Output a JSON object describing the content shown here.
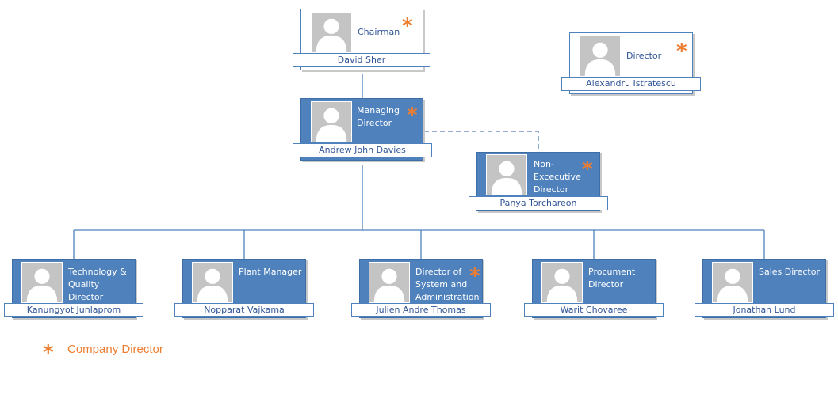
{
  "nodes": {
    "chairman": {
      "title": "Chairman",
      "name": "David Sher",
      "director": true
    },
    "director": {
      "title": "Director",
      "name": "Alexandru Istratescu",
      "director": true
    },
    "managing": {
      "title": "Managing Director",
      "name": "Andrew John Davies",
      "director": true
    },
    "nonexec": {
      "title": "Non-Excecutive Director",
      "name": "Panya Torchareon",
      "director": true
    },
    "tech": {
      "title": "Technology & Quality Director",
      "name": "Kanungyot Junlaprom",
      "director": false
    },
    "plant": {
      "title": "Plant Manager",
      "name": "Nopparat Vajkama",
      "director": false
    },
    "sysadmin": {
      "title": "Director of System and Administration",
      "name": "Julien Andre Thomas",
      "director": true
    },
    "procument": {
      "title": "Procument Director",
      "name": "Warit Chovaree",
      "director": false
    },
    "sales": {
      "title": "Sales Director",
      "name": "Jonathan Lund",
      "director": false
    }
  },
  "legend": {
    "symbol": "*",
    "label": "Company Director"
  },
  "colors": {
    "box_blue": "#4f81bd",
    "text_blue": "#2f5597",
    "star_orange": "#ed7d31",
    "photo_gray": "#c4c4c4"
  },
  "icons": {
    "photo": "person-silhouette-icon"
  }
}
